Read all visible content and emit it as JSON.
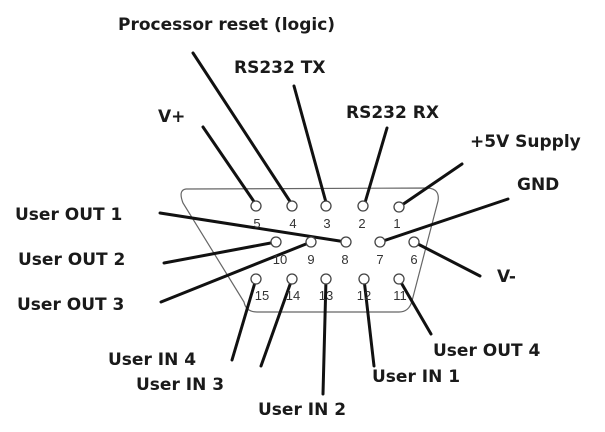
{
  "pins": [
    {
      "num": "5",
      "signal": "V+"
    },
    {
      "num": "4",
      "signal": "Processor reset (logic)"
    },
    {
      "num": "3",
      "signal": "RS232 TX"
    },
    {
      "num": "2",
      "signal": "RS232 RX"
    },
    {
      "num": "1",
      "signal": "+5V Supply"
    },
    {
      "num": "10",
      "signal": "User OUT 2"
    },
    {
      "num": "9",
      "signal": "User OUT 3"
    },
    {
      "num": "8",
      "signal": "User OUT 1"
    },
    {
      "num": "7",
      "signal": "GND"
    },
    {
      "num": "6",
      "signal": "V-"
    },
    {
      "num": "15",
      "signal": "User IN 4"
    },
    {
      "num": "14",
      "signal": "User IN 3"
    },
    {
      "num": "13",
      "signal": "User IN 2"
    },
    {
      "num": "12",
      "signal": "User IN 1"
    },
    {
      "num": "11",
      "signal": "User OUT 4"
    }
  ]
}
